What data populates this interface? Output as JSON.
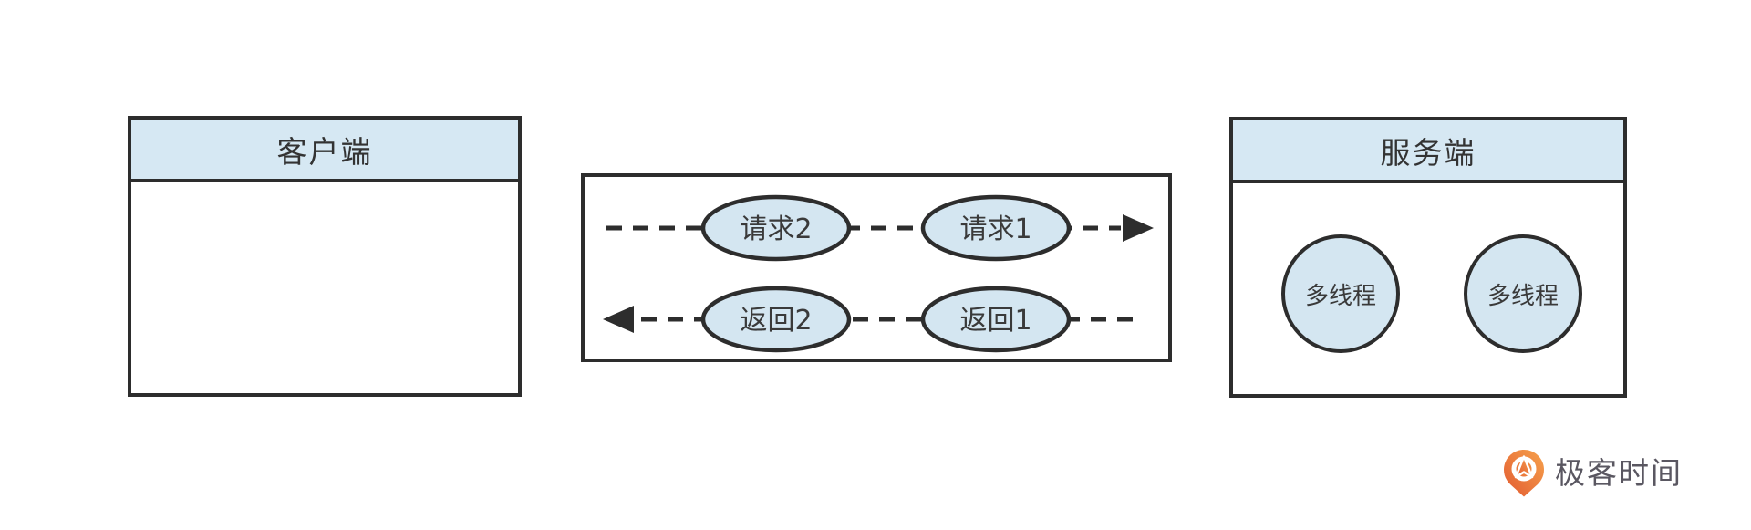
{
  "colors": {
    "background": "#ffffff",
    "panel_header_fill": "#d6e8f3",
    "shape_fill": "#d4e6f1",
    "stroke": "#2d2d2d",
    "text": "#3a3a3a",
    "logo_orange_light": "#f6a24c",
    "logo_orange_dark": "#e25a31",
    "logo_text": "#5a5761"
  },
  "client": {
    "title": "客户端"
  },
  "pipeline": {
    "requests": [
      {
        "label": "请求2"
      },
      {
        "label": "请求1"
      }
    ],
    "responses": [
      {
        "label": "返回2"
      },
      {
        "label": "返回1"
      }
    ]
  },
  "server": {
    "title": "服务端",
    "threads": [
      {
        "label": "多线程"
      },
      {
        "label": "多线程"
      }
    ]
  },
  "logo": {
    "text": "极客时间"
  }
}
